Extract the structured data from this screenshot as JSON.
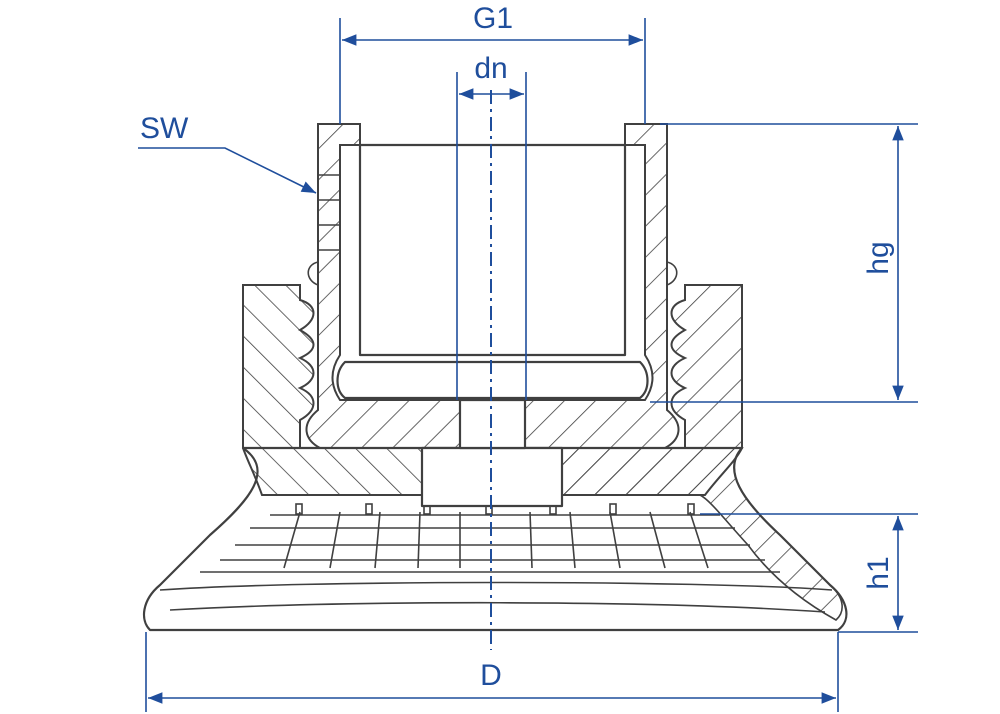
{
  "labels": {
    "g1": "G1",
    "dn": "dn",
    "sw": "SW",
    "hg": "hg",
    "h1": "h1",
    "d": "D"
  },
  "colors": {
    "dimension": "#1f4e9c",
    "outline": "#404040",
    "hatch": "#404040",
    "background": "#ffffff"
  }
}
